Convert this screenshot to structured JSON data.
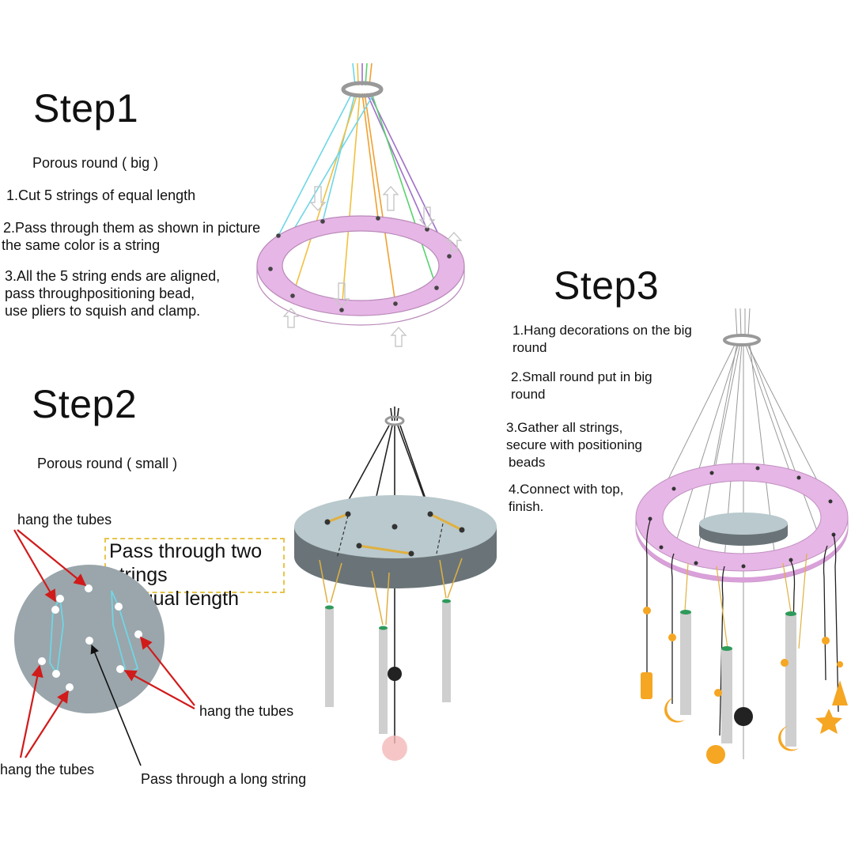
{
  "step1": {
    "title": "Step1",
    "subtitle": "Porous round ( big )",
    "item1": "1.Cut 5 strings of equal length",
    "item2_line1": "2.Pass through them as shown in picture",
    "item2_line2": "the same color is a string",
    "item3_line1": "3.All the 5 string ends are aligned,",
    "item3_line2": "pass throughpositioning bead,",
    "item3_line3": "use pliers to squish and clamp."
  },
  "step2": {
    "title": "Step2",
    "subtitle": "Porous round ( small )",
    "label_hang_top": "hang the tubes",
    "label_hang_right": "hang the tubes",
    "label_hang_bottom": "hang the tubes",
    "label_long_string": "Pass through a long string",
    "callout_line1": "Pass through two strings",
    "callout_line2": "of equal length"
  },
  "step3": {
    "title": "Step3",
    "item1_line1": "1.Hang decorations on the big",
    "item1_line2": "round",
    "item2_line1": "2.Small round put in big",
    "item2_line2": "round",
    "item3_line1": "3.Gather all strings,",
    "item3_line2": "secure with positioning",
    "item3_line3": "beads",
    "item4_line1": "4.Connect with top,",
    "item4_line2": "finish."
  },
  "colors": {
    "ring_pink": "#e6b6e6",
    "disc_gray": "#9aa6ab",
    "arrow_red": "#d11a1a",
    "callout_border": "#e8c44a",
    "string_cyan": "#6fd6e6",
    "string_purple": "#a070c8",
    "string_yellow": "#f0c040",
    "string_green": "#5ad070",
    "string_orange": "#f0a030",
    "decoration_orange": "#f5a623"
  }
}
